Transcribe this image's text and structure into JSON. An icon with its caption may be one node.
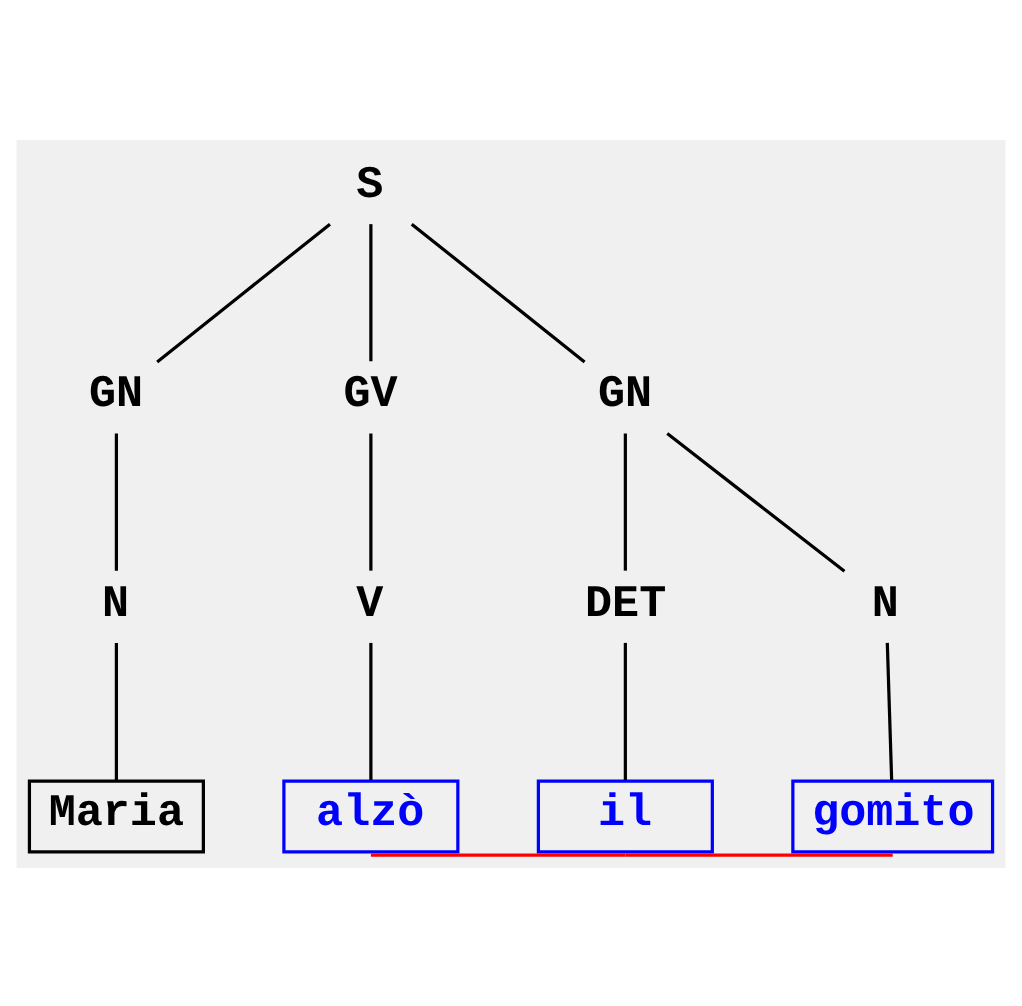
{
  "diagram": {
    "nodes": [
      {
        "text": [
          "S"
        ]
      },
      {
        "text": [
          "GN"
        ]
      },
      {
        "text": [
          "GV"
        ]
      },
      {
        "text": [
          "GN"
        ]
      },
      {
        "text": [
          "N"
        ]
      },
      {
        "text": [
          "V"
        ]
      },
      {
        "text": [
          "DET"
        ]
      },
      {
        "text": [
          "N"
        ]
      },
      {
        "text": [
          "Maria"
        ]
      },
      {
        "text": [
          "alzò"
        ]
      },
      {
        "text": [
          "il"
        ]
      },
      {
        "text": [
          "gomito"
        ]
      }
    ],
    "edges": [
      {
        "from": 0,
        "to": 1,
        "arrow": "none"
      },
      {
        "from": 0,
        "to": 2,
        "arrow": "none"
      },
      {
        "from": 0,
        "to": 3,
        "arrow": "none"
      },
      {
        "from": 1,
        "to": 4,
        "arrow": "none"
      },
      {
        "from": 2,
        "to": 5,
        "arrow": "none"
      },
      {
        "from": 3,
        "to": 6,
        "arrow": "none"
      },
      {
        "from": 3,
        "to": 7,
        "arrow": "none"
      },
      {
        "from": 4,
        "to": 8,
        "arrow": "none"
      },
      {
        "from": 5,
        "to": 9,
        "arrow": "none"
      },
      {
        "from": 6,
        "to": 10,
        "arrow": "none"
      },
      {
        "from": 7,
        "to": 11,
        "arrow": "none"
      },
      {
        "from": 9,
        "to": 10,
        "arrow": "none",
        "color": "#ff0000"
      },
      {
        "from": 10,
        "to": 11,
        "arrow": "none",
        "color": "#ff0000"
      }
    ]
  }
}
